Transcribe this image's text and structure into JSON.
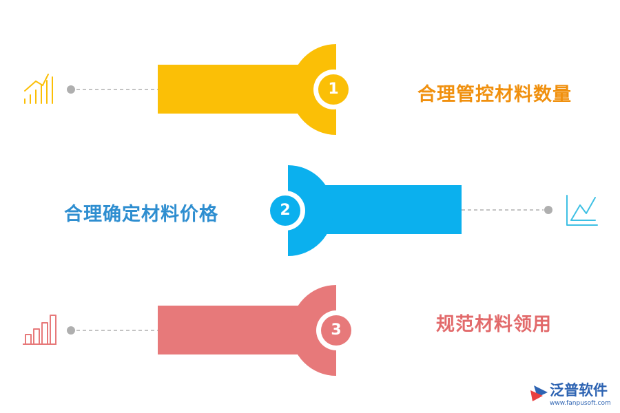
{
  "steps": [
    {
      "number": "1",
      "title": "合理管控材料数量",
      "color": "#FBBF06",
      "text_color": "#F0900E",
      "icon": "signal-bars-icon"
    },
    {
      "number": "2",
      "title": "合理确定材料价格",
      "color": "#0BB0EE",
      "text_color": "#2E8ED0",
      "icon": "line-chart-icon"
    },
    {
      "number": "3",
      "title": "规范材料领用",
      "color": "#E7797A",
      "text_color": "#E26A6B",
      "icon": "bar-chart-icon"
    }
  ],
  "logo": {
    "name": "泛普软件",
    "url": "www.fanpusoft.com"
  },
  "colors": {
    "connector": "#AFAFAF",
    "logo": "#2D63B2"
  }
}
